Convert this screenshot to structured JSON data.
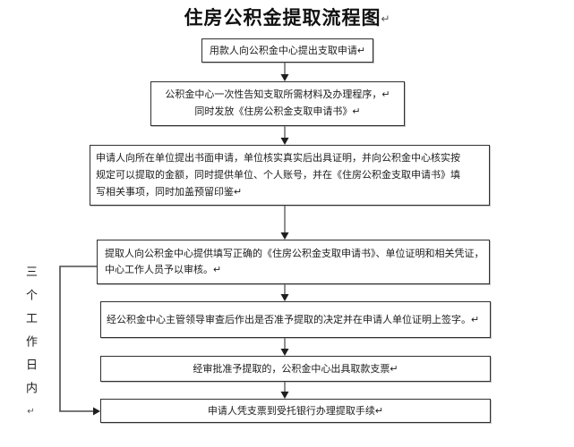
{
  "title": {
    "text": "住房公积金提取流程图",
    "mark": "↵"
  },
  "side_label": {
    "text": "三个工作日内",
    "mark": "↵",
    "meaning": "within three working days"
  },
  "boxes": [
    {
      "step": 1,
      "text": "用款人向公积金中心提出支取申请↵"
    },
    {
      "step": 2,
      "text": "公积金中心一次性告知支取所需材料及办理程序，↵\n同时发放《住房公积金支取申请书》↵"
    },
    {
      "step": 3,
      "text": "申请人向所在单位提出书面申请，单位核实真实后出具证明，并向公积金中心核实按\n规定可以提取的金额，同时提供单位、个人账号，并在《住房公积金支取申请书》填\n写相关事项，同时加盖预留印鉴↵"
    },
    {
      "step": 4,
      "text": "提取人向公积金中心提供填写正确的《住房公积金支取申请书》、单位证明和相关凭证，\n中心工作人员予以审核。↵"
    },
    {
      "step": 5,
      "text": "经公积金中心主管领导审查后作出是否准予提取的决定并在申请人单位证明上签字。↵"
    },
    {
      "step": 6,
      "text": "经审批准予提取的，公积金中心出具取款支票↵"
    },
    {
      "step": 7,
      "text": "申请人凭支票到受托银行办理提取手续↵"
    }
  ],
  "colors": {
    "background": "#ffffff",
    "box_border": "#2f2f2f",
    "text": "#1c1c1c",
    "connector_stem": "#5f5f5f",
    "connector_head": "#1f1f1f",
    "bracket_line": "#4a4a4a"
  }
}
